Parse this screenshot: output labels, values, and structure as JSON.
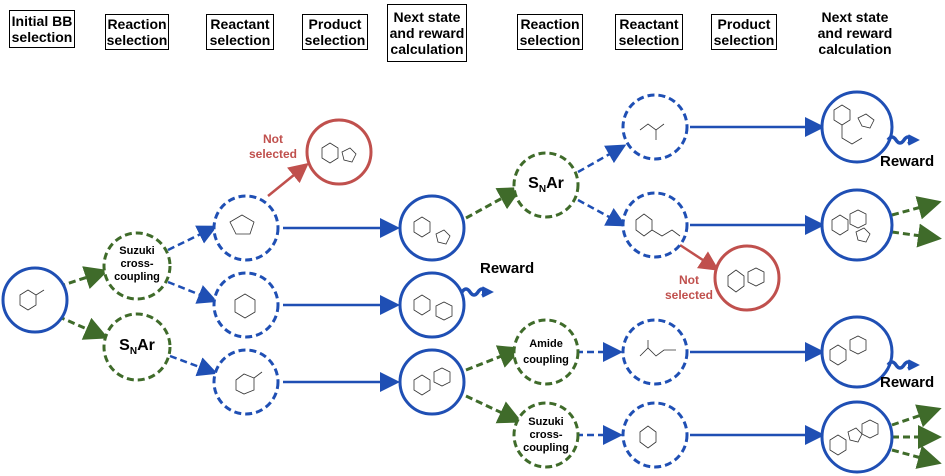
{
  "headers": [
    "Initial BB selection",
    "Reaction selection",
    "Reactant selection",
    "Product selection",
    "Next state and reward calculation",
    "Reaction selection",
    "Reactant selection",
    "Product selection",
    "Next state and reward calculation"
  ],
  "reactions": {
    "suzuki": "Suzuki cross-coupling",
    "snar_main": "S",
    "snar_sub": "N",
    "snar_tail": "Ar",
    "amide": "Amide coupling",
    "suzuki2": "Suzuki cross-coupling"
  },
  "not_selected": "Not selected",
  "reward": "Reward",
  "colors": {
    "blue": "#1f4fb4",
    "green": "#3f6b2a",
    "red": "#c0504d"
  }
}
